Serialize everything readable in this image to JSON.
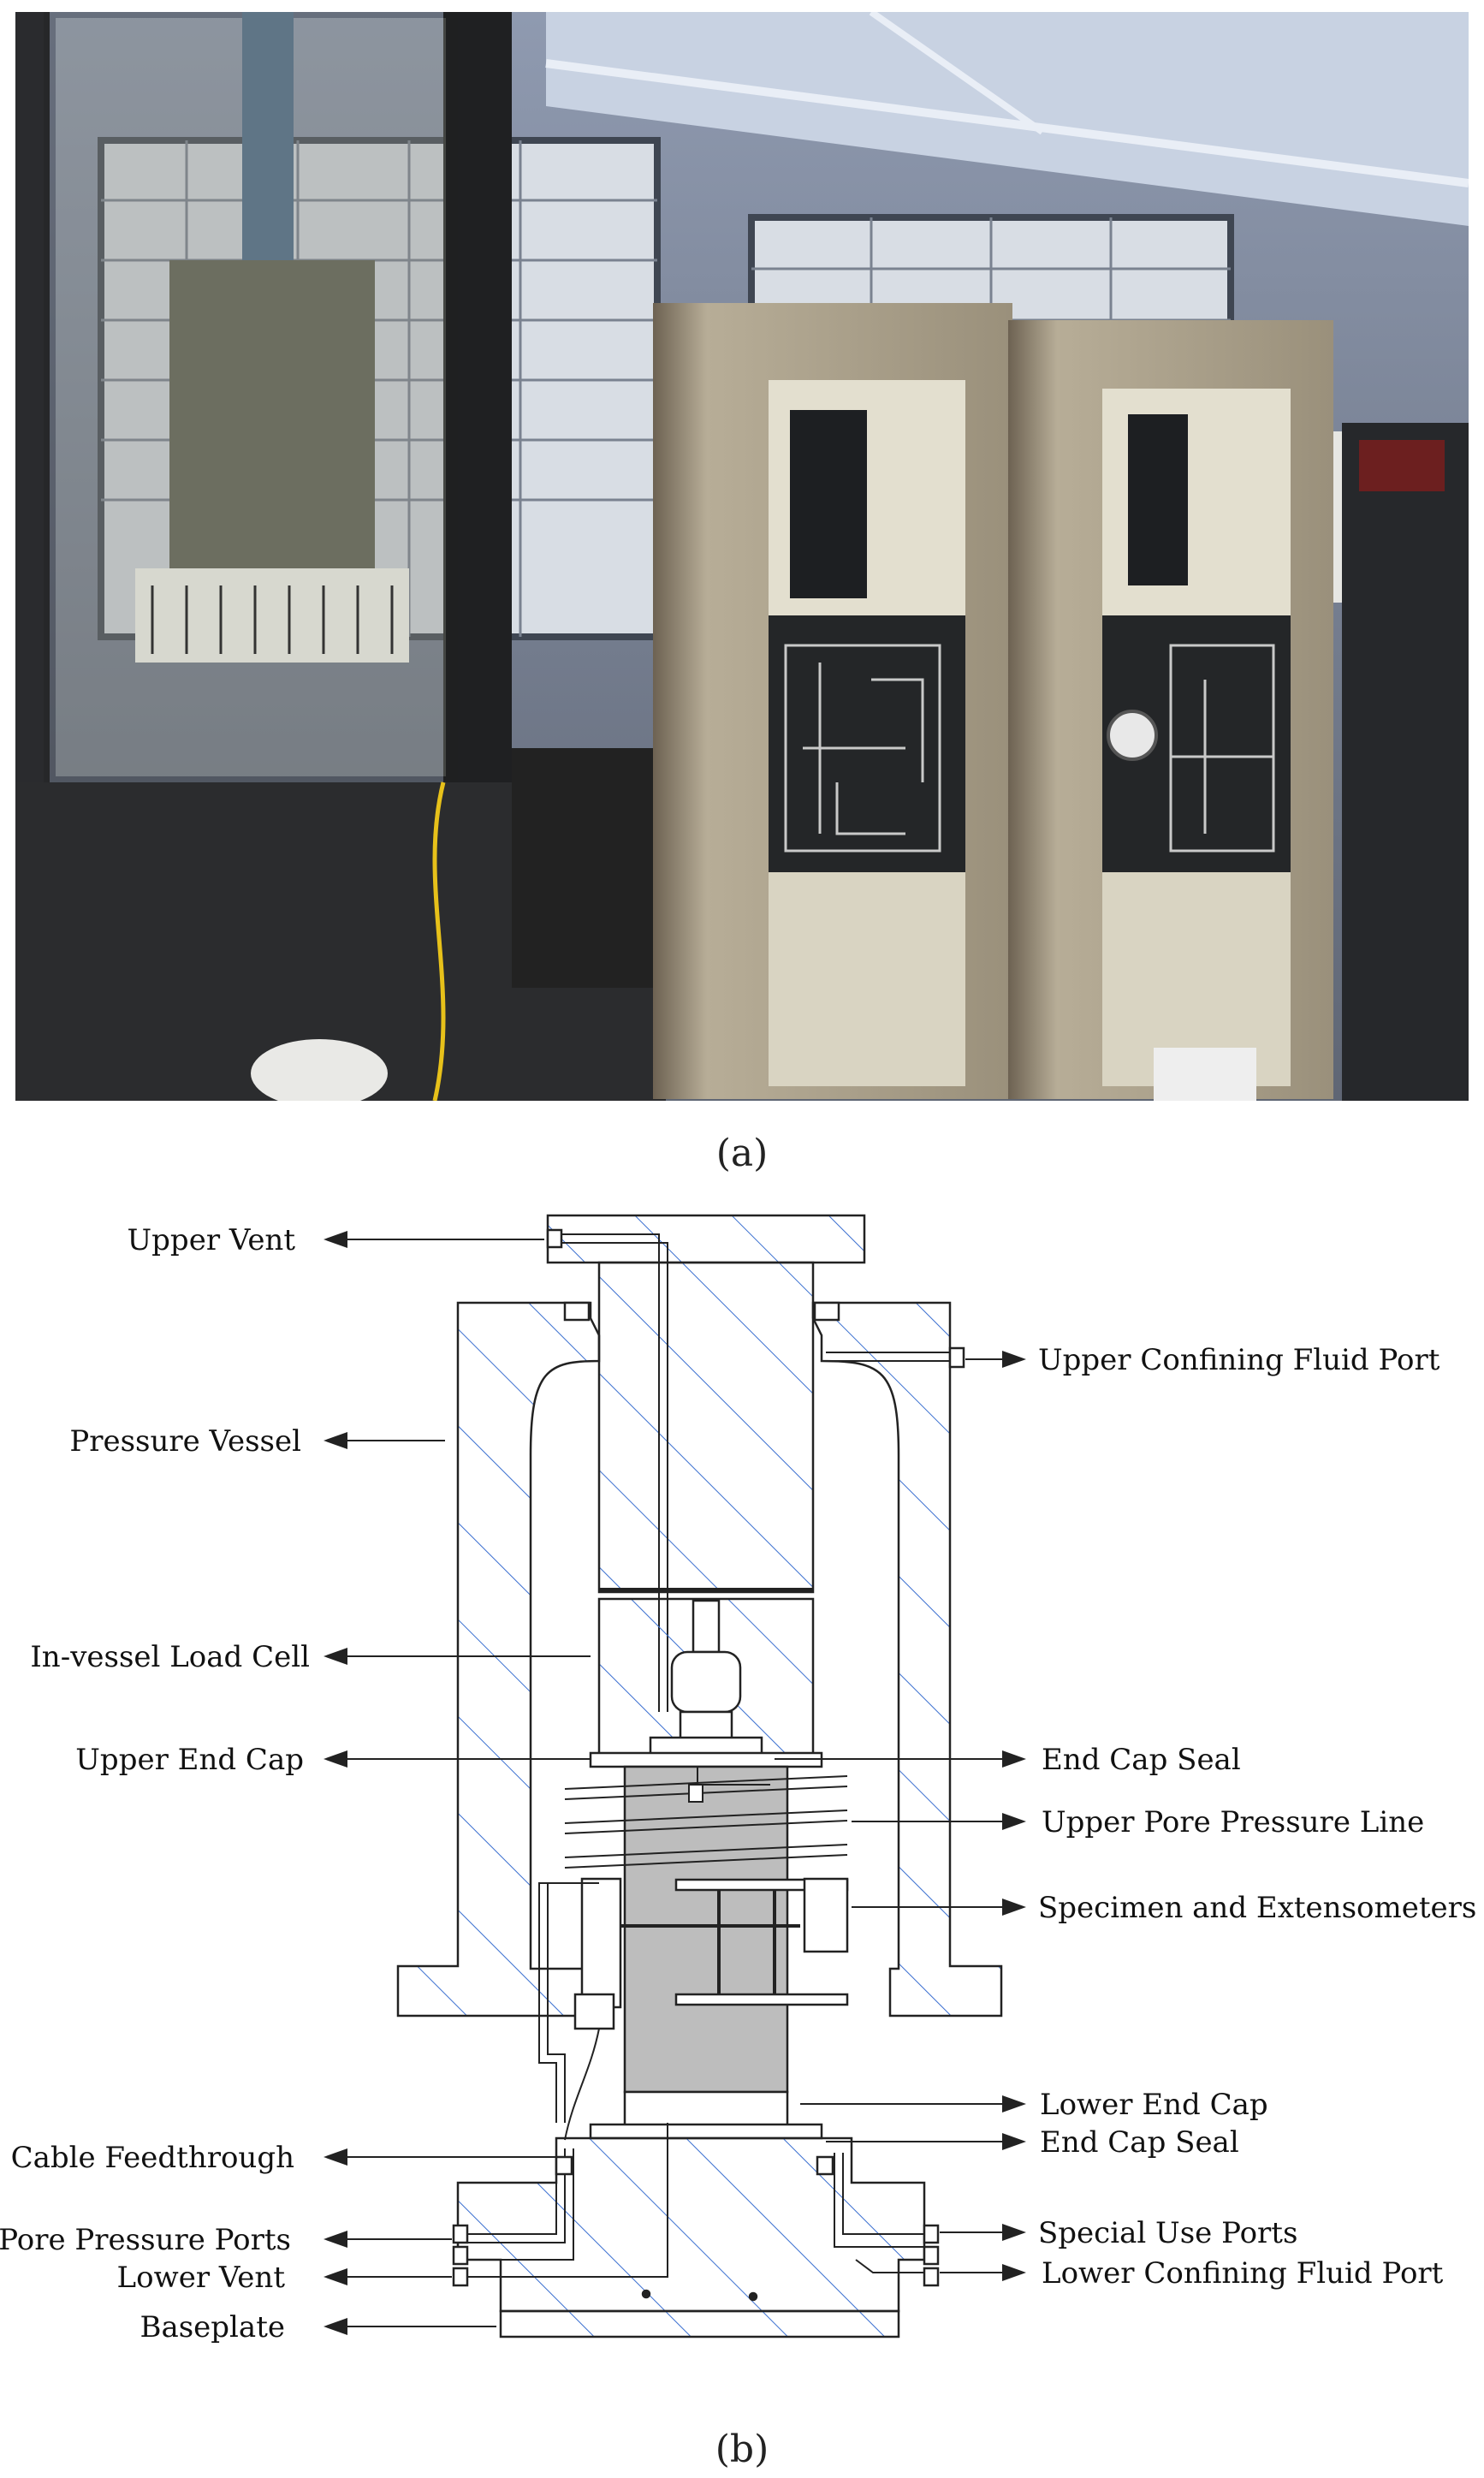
{
  "captions": {
    "a": "(a)",
    "b": "(b)"
  },
  "photo": {
    "description_icons": [
      "pressure-vessel-frame",
      "control-cabinet",
      "control-cabinet"
    ]
  },
  "labels_left": {
    "upper_vent": "Upper Vent",
    "pressure_vessel": "Pressure Vessel",
    "in_vessel_load_cell": "In-vessel Load Cell",
    "upper_end_cap": "Upper End Cap",
    "cable_feedthrough": "Cable Feedthrough",
    "pore_pressure_ports": "Pore Pressure Ports",
    "lower_vent": "Lower Vent",
    "baseplate": "Baseplate"
  },
  "labels_right": {
    "upper_confining_fluid_port": "Upper Confining Fluid Port",
    "end_cap_seal_upper": "End Cap Seal",
    "upper_pore_pressure_line": "Upper Pore Pressure Line",
    "specimen_and_extensometers": "Specimen and Extensometers",
    "lower_end_cap": "Lower End Cap",
    "end_cap_seal_lower": "End Cap Seal",
    "special_use_ports": "Special Use Ports",
    "lower_confining_fluid_port": "Lower Confining Fluid Port"
  },
  "colors": {
    "hatch": "#3a6fd0",
    "specimen": "#bdbdbd",
    "line": "#222222"
  }
}
